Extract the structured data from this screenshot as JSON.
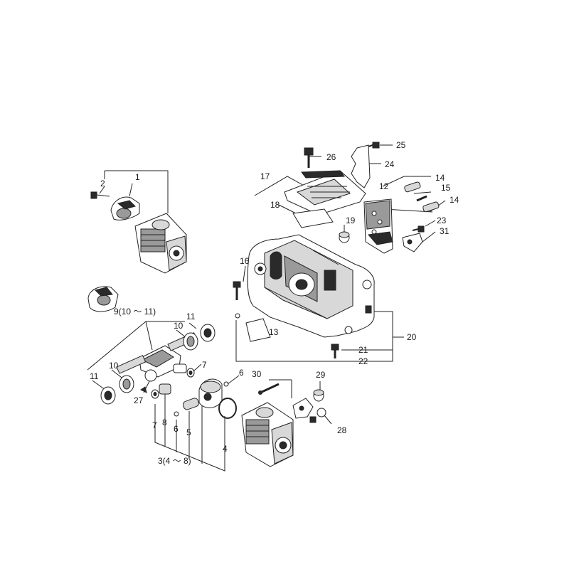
{
  "callouts": {
    "c1": "1",
    "c2": "2",
    "c9": "9(10 ～ 11)",
    "c10a": "10",
    "c11a": "11",
    "c10b": "10",
    "c11b": "11",
    "c7a": "7",
    "c27": "27",
    "c7b": "7",
    "c8": "8",
    "c6a": "6",
    "c5": "5",
    "c6b": "6",
    "c4": "4",
    "c3": "3(4 ～ 8)",
    "c30": "30",
    "c29": "29",
    "c28": "28",
    "c16": "16",
    "c13": "13",
    "c20": "20",
    "c21": "21",
    "c22": "22",
    "c17": "17",
    "c18": "18",
    "c19": "19",
    "c26": "26",
    "c25": "25",
    "c24": "24",
    "c12": "12",
    "c14a": "14",
    "c15": "15",
    "c14b": "14",
    "c23": "23",
    "c31": "31"
  }
}
